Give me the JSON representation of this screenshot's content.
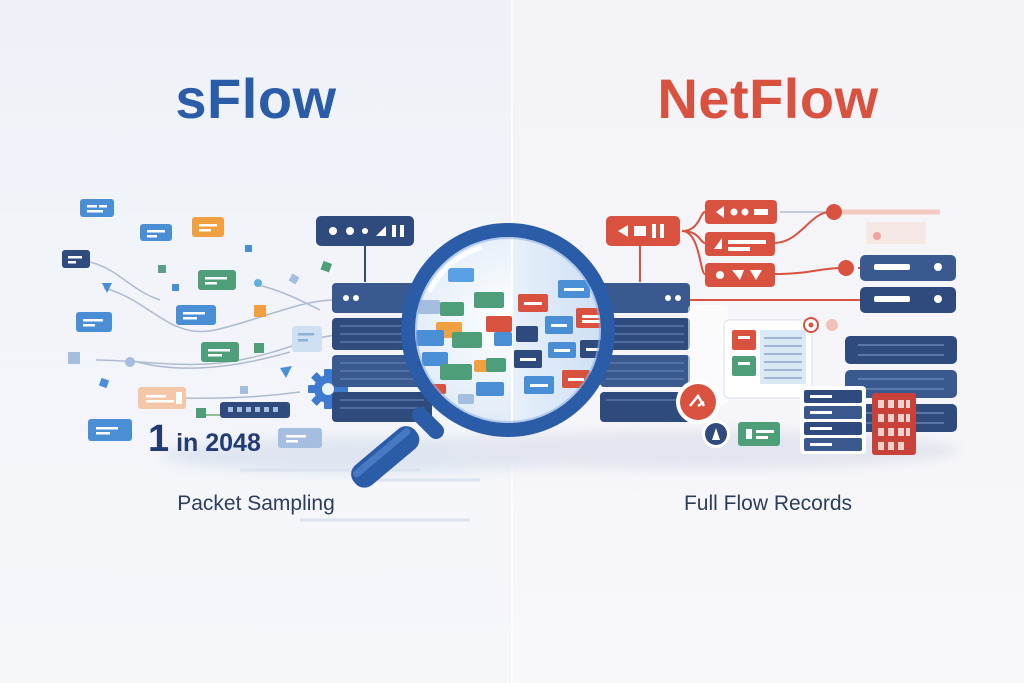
{
  "left": {
    "title": "sFlow",
    "caption": "Packet Sampling",
    "sample_ratio_lead": "1",
    "sample_ratio_rest": " in 2048"
  },
  "right": {
    "title": "NetFlow",
    "caption": "Full Flow Records"
  },
  "colors": {
    "sflow_blue": "#2a5ca8",
    "netflow_red": "#d9523f",
    "server_navy": "#2f4a7c",
    "accent_green": "#4f9e7a",
    "accent_orange": "#f0a040"
  },
  "icons": {
    "magnifier": "magnifier-icon",
    "gear": "gear-icon",
    "server": "server-rack-icon",
    "record": "flow-record-icon"
  }
}
